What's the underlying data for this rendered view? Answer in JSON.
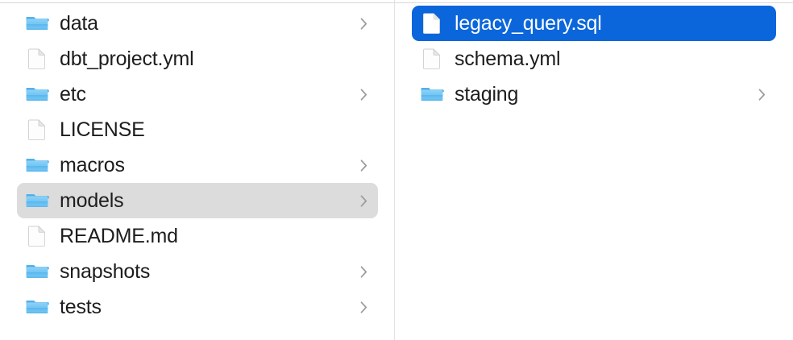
{
  "window": {
    "view_mode": "column-view",
    "accent_color": "#0b66db",
    "inactive_selection_color": "#dcdcdc",
    "divider_color": "#e2e2e5",
    "text_color": "#1d1d1f",
    "selected_text_color": "#ffffff"
  },
  "columns": [
    {
      "name": "parent-column",
      "items": [
        {
          "label": "data",
          "icon": "folder-icon",
          "has_chevron": true,
          "selected": false,
          "selection_state": "none"
        },
        {
          "label": "dbt_project.yml",
          "icon": "document-icon",
          "has_chevron": false,
          "selected": false,
          "selection_state": "none"
        },
        {
          "label": "etc",
          "icon": "folder-icon",
          "has_chevron": true,
          "selected": false,
          "selection_state": "none"
        },
        {
          "label": "LICENSE",
          "icon": "document-icon",
          "has_chevron": false,
          "selected": false,
          "selection_state": "none"
        },
        {
          "label": "macros",
          "icon": "folder-icon",
          "has_chevron": true,
          "selected": false,
          "selection_state": "none"
        },
        {
          "label": "models",
          "icon": "folder-icon",
          "has_chevron": true,
          "selected": true,
          "selection_state": "inactive"
        },
        {
          "label": "README.md",
          "icon": "document-icon",
          "has_chevron": false,
          "selected": false,
          "selection_state": "none"
        },
        {
          "label": "snapshots",
          "icon": "folder-icon",
          "has_chevron": true,
          "selected": false,
          "selection_state": "none"
        },
        {
          "label": "tests",
          "icon": "folder-icon",
          "has_chevron": true,
          "selected": false,
          "selection_state": "none"
        }
      ]
    },
    {
      "name": "child-column",
      "items": [
        {
          "label": "legacy_query.sql",
          "icon": "document-icon",
          "has_chevron": false,
          "selected": true,
          "selection_state": "active"
        },
        {
          "label": "schema.yml",
          "icon": "document-icon",
          "has_chevron": false,
          "selected": false,
          "selection_state": "none"
        },
        {
          "label": "staging",
          "icon": "folder-icon",
          "has_chevron": true,
          "selected": false,
          "selection_state": "none"
        }
      ]
    }
  ]
}
